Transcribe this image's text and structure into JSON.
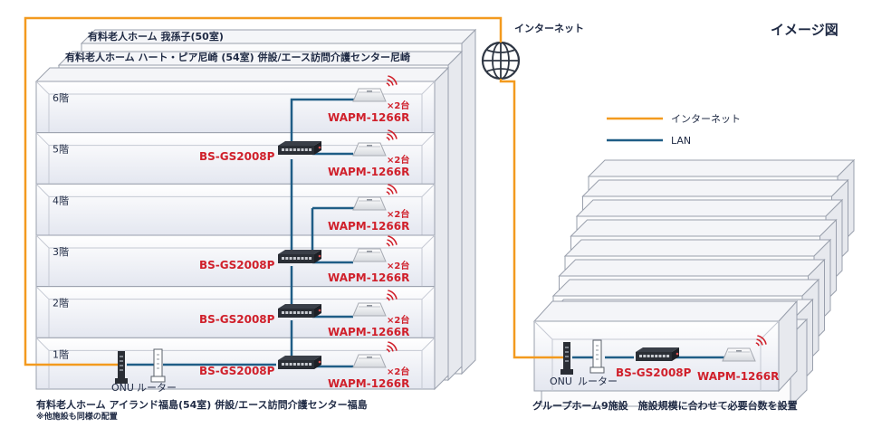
{
  "title": "イメージ図",
  "internet_label": "インターネット",
  "legend": {
    "internet": "インターネット",
    "lan": "LAN"
  },
  "colors": {
    "internet": "#f39a1e",
    "lan": "#1f5d86",
    "red": "#d0202b",
    "dark": "#1f2a44"
  },
  "buildings": {
    "back": "有料老人ホーム 我孫子(50室)",
    "middle": "有料老人ホーム ハート・ピア尼崎 (54室) 併設/エース訪問介護センター尼崎",
    "front_caption": "有料老人ホーム アイランド福島(54室) 併設/エース訪問介護センター福島",
    "front_note": "※他施設も同様の配置"
  },
  "floors": [
    {
      "label": "6階",
      "ap_model": "WAPM-1266R",
      "ap_count": "×2台",
      "switch_model": ""
    },
    {
      "label": "5階",
      "ap_model": "WAPM-1266R",
      "ap_count": "×2台",
      "switch_model": "BS-GS2008P"
    },
    {
      "label": "4階",
      "ap_model": "WAPM-1266R",
      "ap_count": "×2台",
      "switch_model": ""
    },
    {
      "label": "3階",
      "ap_model": "WAPM-1266R",
      "ap_count": "×2台",
      "switch_model": "BS-GS2008P"
    },
    {
      "label": "2階",
      "ap_model": "WAPM-1266R",
      "ap_count": "×2台",
      "switch_model": "BS-GS2008P"
    },
    {
      "label": "1階",
      "ap_model": "WAPM-1266R",
      "ap_count": "×2台",
      "switch_model": "BS-GS2008P"
    }
  ],
  "ground": {
    "onu": "ONU",
    "router": "ルーター"
  },
  "group_home": {
    "switch_model": "BS-GS2008P",
    "ap_model": "WAPM-1266R",
    "onu": "ONU",
    "router": "ルーター",
    "caption": "グループホーム9施設　施設規模に合わせて必要台数を設置"
  }
}
